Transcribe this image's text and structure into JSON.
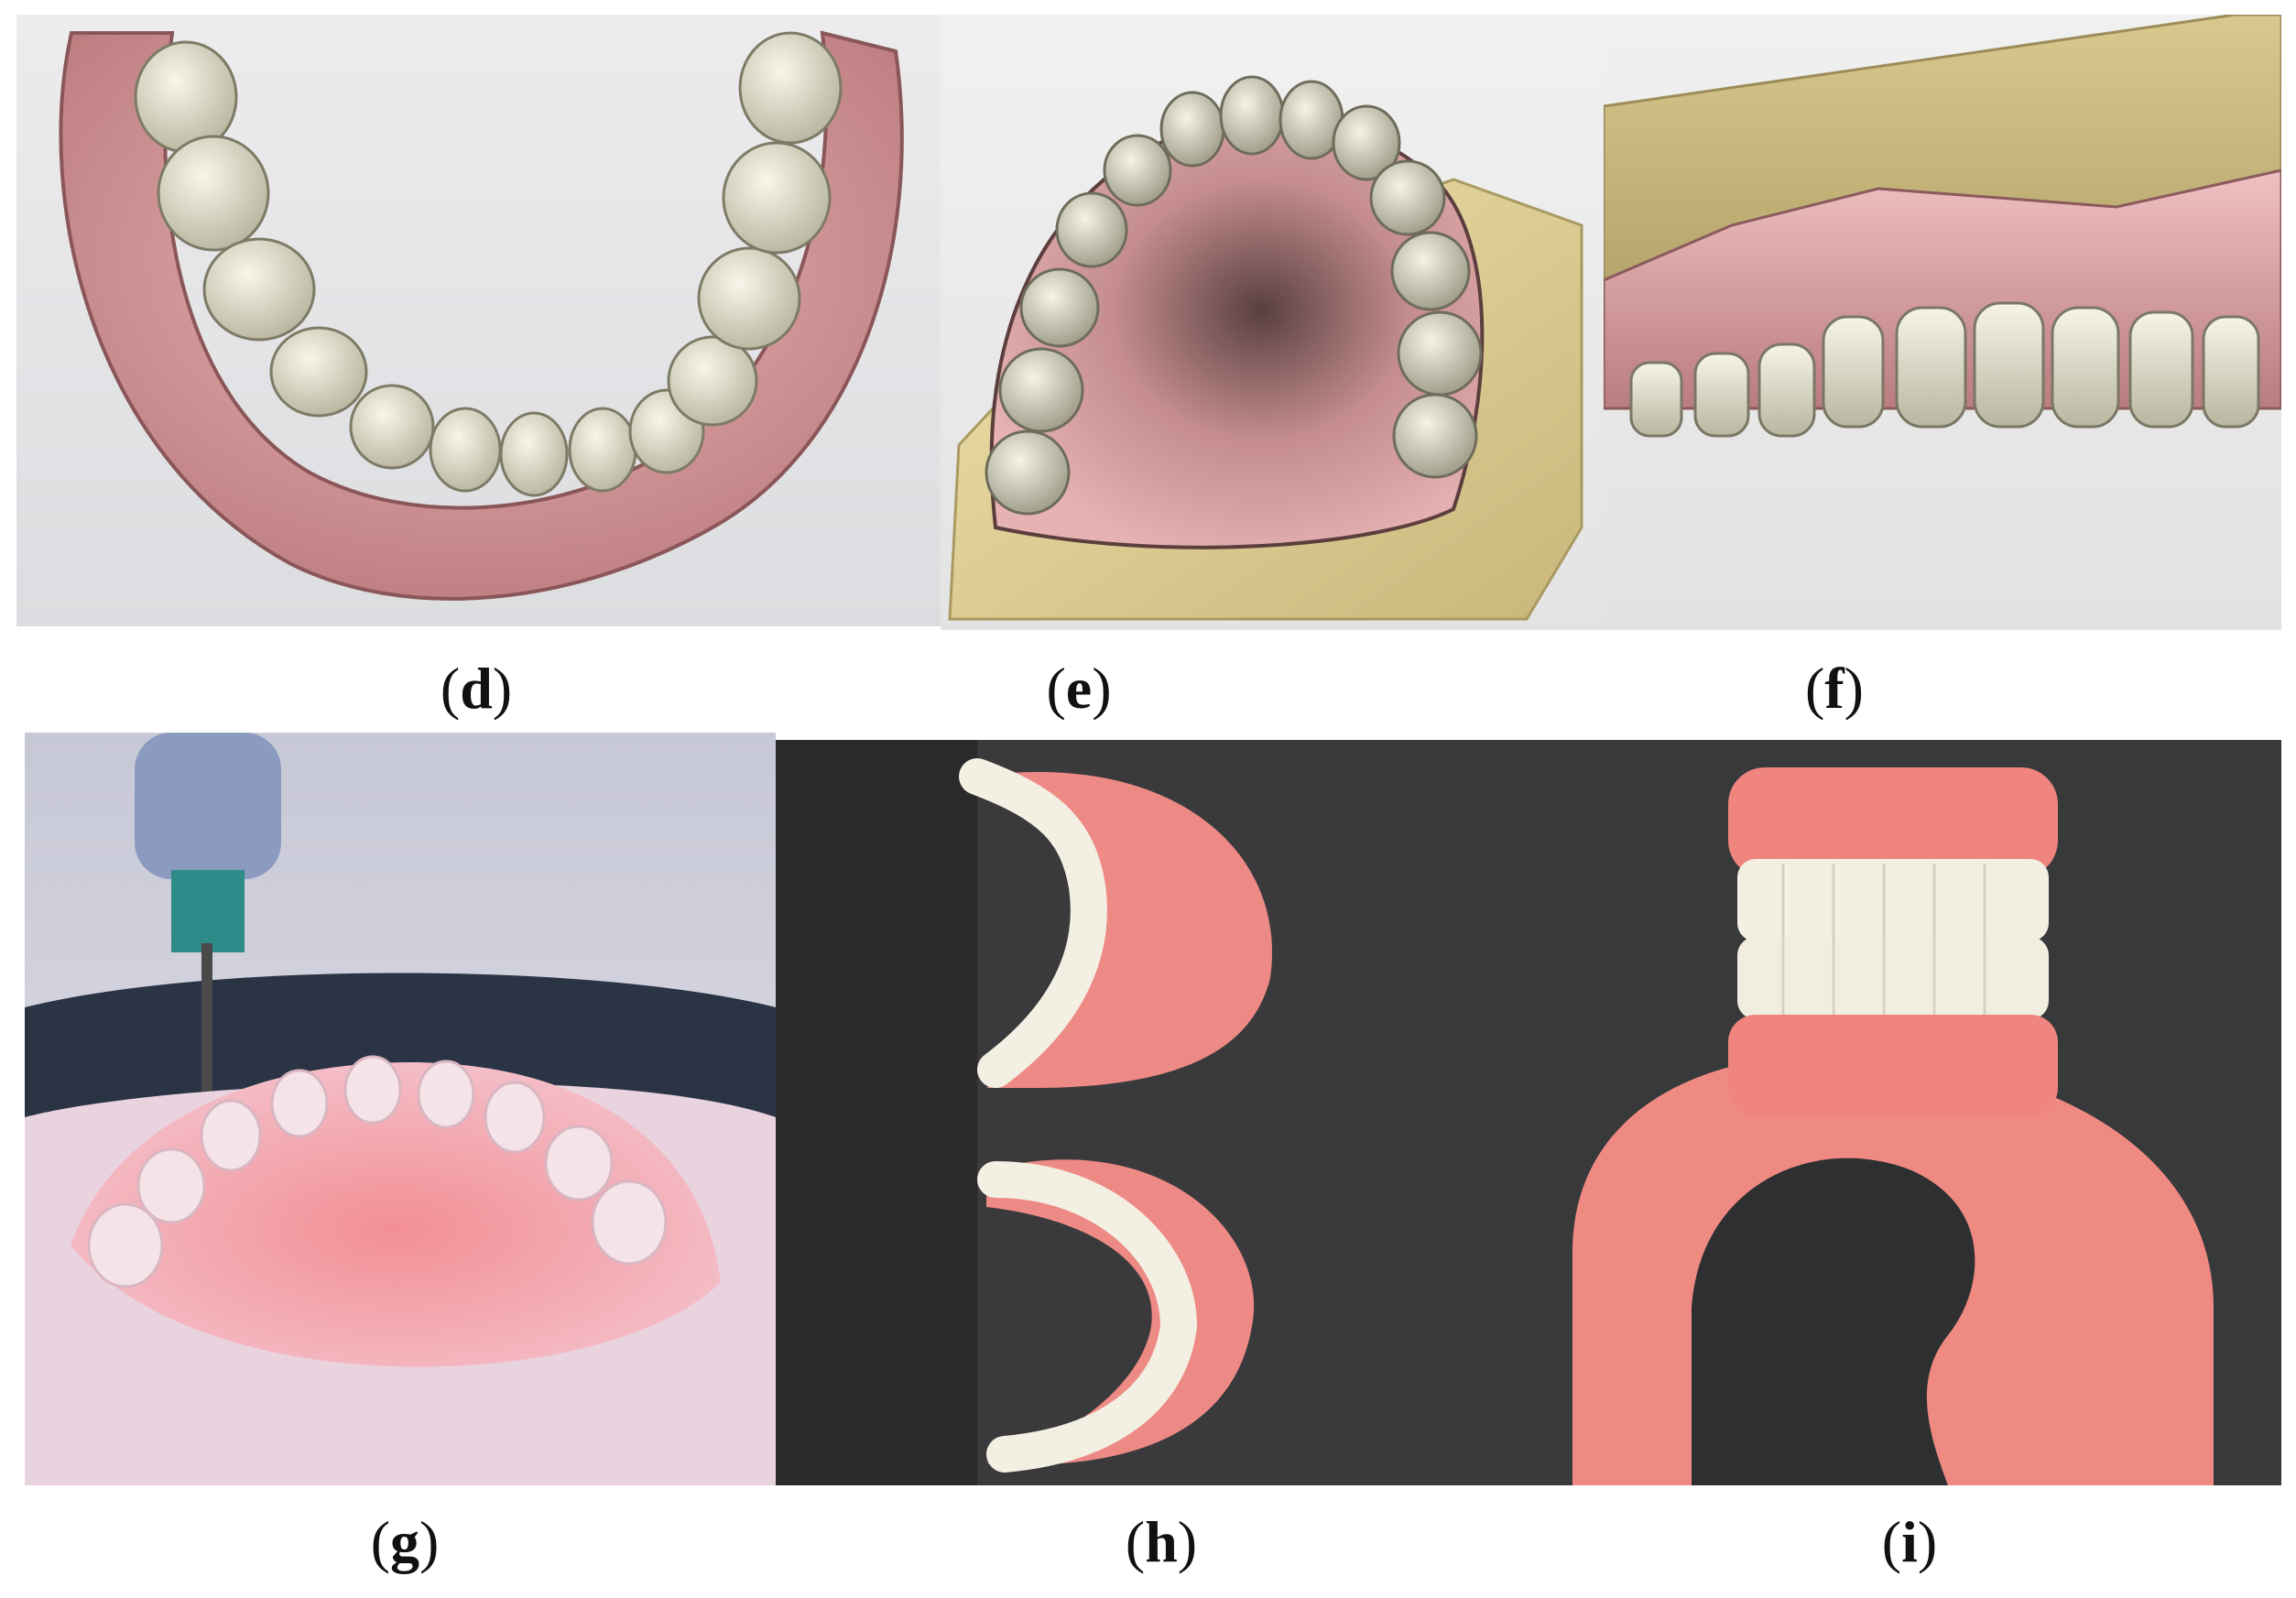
{
  "figure": {
    "panels": [
      {
        "id": "d",
        "label": "d",
        "content": "digital lower denture model"
      },
      {
        "id": "e",
        "label": "e",
        "content": "digital upper denture on cast"
      },
      {
        "id": "f",
        "label": "f",
        "content": "digital denture side view with base"
      },
      {
        "id": "g",
        "label": "g",
        "content": "milling of denture"
      },
      {
        "id": "h",
        "label": "h",
        "content": "milled denture arches"
      },
      {
        "id": "i",
        "label": "i",
        "content": "assembled dentures on ring"
      }
    ]
  },
  "colors": {
    "gum": "#d99a9c",
    "tooth": "#e6e4d2",
    "cast": "#e2d39a",
    "dark_bg": "#3a3a3c",
    "printed_resin": "#f08a86"
  }
}
